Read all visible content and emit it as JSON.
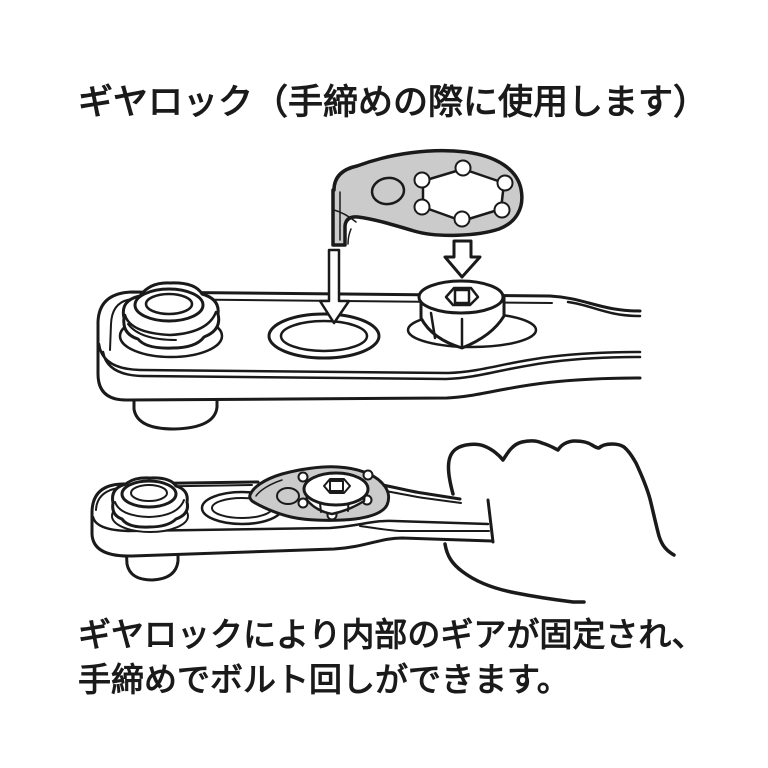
{
  "title": "ギヤロック（手締めの際に使用します）",
  "caption": {
    "line1": "ギヤロックにより内部のギアが固定され、",
    "line2": "手締めでボルト回しができます。"
  },
  "colors": {
    "line": "#1a1a1a",
    "plate_fill": "#cbcbcb",
    "background": "#ffffff"
  }
}
